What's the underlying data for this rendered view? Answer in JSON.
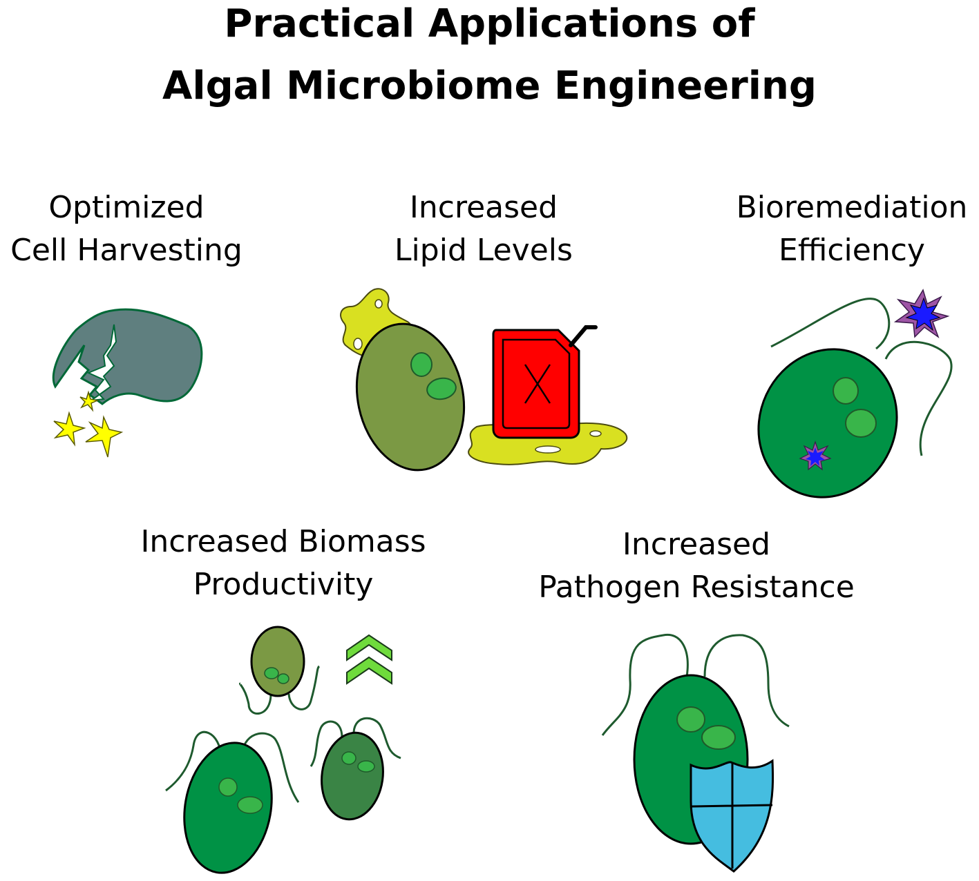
{
  "title": {
    "line1": "Practical Applications of",
    "line2": "Algal Microbiome Engineering"
  },
  "applications": [
    {
      "line1": "Optimized",
      "line2": "Cell Harvesting"
    },
    {
      "line1": "Increased",
      "line2": "Lipid Levels"
    },
    {
      "line1": "Bioremediation",
      "line2": "Efficiency"
    },
    {
      "line1": "Increased Biomass",
      "line2": "Productivity"
    },
    {
      "line1": "Increased",
      "line2": "Pathogen Resistance"
    }
  ],
  "colors": {
    "cell_green": "#009245",
    "cell_olive": "#7b9944",
    "cell_dark_green": "#3a8445",
    "chloroplast": "#39b54a",
    "floc_gray": "#5f7f7f",
    "lipid_yellow": "#d9e021",
    "fuel_can_red": "#ff0000",
    "star_yellow": "#ffff00",
    "pollutant_blue": "#1a1aff",
    "pollutant_purple": "#9e55a6",
    "shield_blue": "#45bde0",
    "arrow_green": "#6fdb3c",
    "flagella": "#1e5a2e"
  }
}
